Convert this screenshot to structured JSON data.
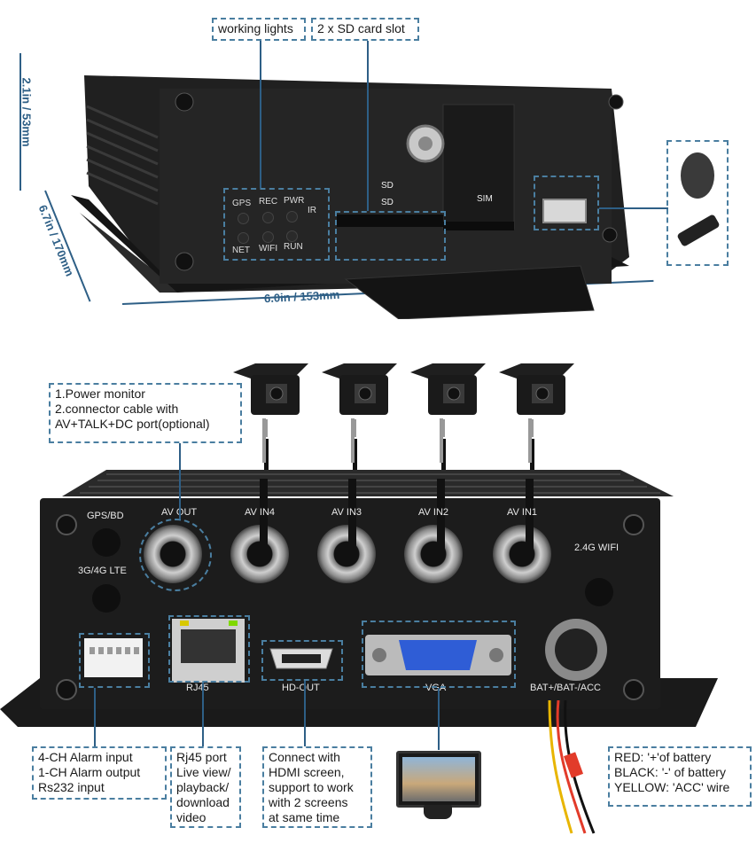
{
  "top_device": {
    "callouts": {
      "working_lights": "working lights",
      "sd_slot": "2 x SD card slot"
    },
    "dimensions": {
      "height": "2.1in / 53mm",
      "depth": "6.7in / 170mm",
      "width": "6.0in / 153mm"
    },
    "leds": {
      "gps": "GPS",
      "rec": "REC",
      "pwr": "PWR",
      "ir": "IR",
      "net": "NET",
      "wifi": "WIFI",
      "run": "RUN"
    },
    "slots": {
      "sd1": "SD",
      "sd2": "SD",
      "sim": "SIM"
    }
  },
  "bottom_device": {
    "panel_labels": {
      "gps_bd": "GPS/BD",
      "lte": "3G/4G LTE",
      "av_out": "AV OUT",
      "av_in4": "AV IN4",
      "av_in3": "AV IN3",
      "av_in2": "AV IN2",
      "av_in1": "AV IN1",
      "wifi": "2.4G WIFI",
      "rj45": "RJ45",
      "hd_out": "HD-OUT",
      "vga": "VGA",
      "power": "BAT+/BAT-/ACC"
    },
    "callouts": {
      "power_monitor": [
        "1.Power monitor",
        "2.connector cable with",
        "AV+TALK+DC port(optional)"
      ],
      "alarm": [
        "4-CH Alarm input",
        "1-CH Alarm output",
        "Rs232 input"
      ],
      "rj45": [
        "Rj45 port",
        "Live view/",
        "playback/",
        "download",
        "video"
      ],
      "hdmi": [
        "Connect with",
        "HDMI screen,",
        "support to work",
        "with 2 screens",
        "at same time"
      ],
      "battery": [
        "RED: '+'of battery",
        "BLACK: '-' of battery",
        "YELLOW: 'ACC' wire"
      ]
    }
  },
  "colors": {
    "accent": "#4a7ea0",
    "device_body": "#1c1c1c"
  }
}
